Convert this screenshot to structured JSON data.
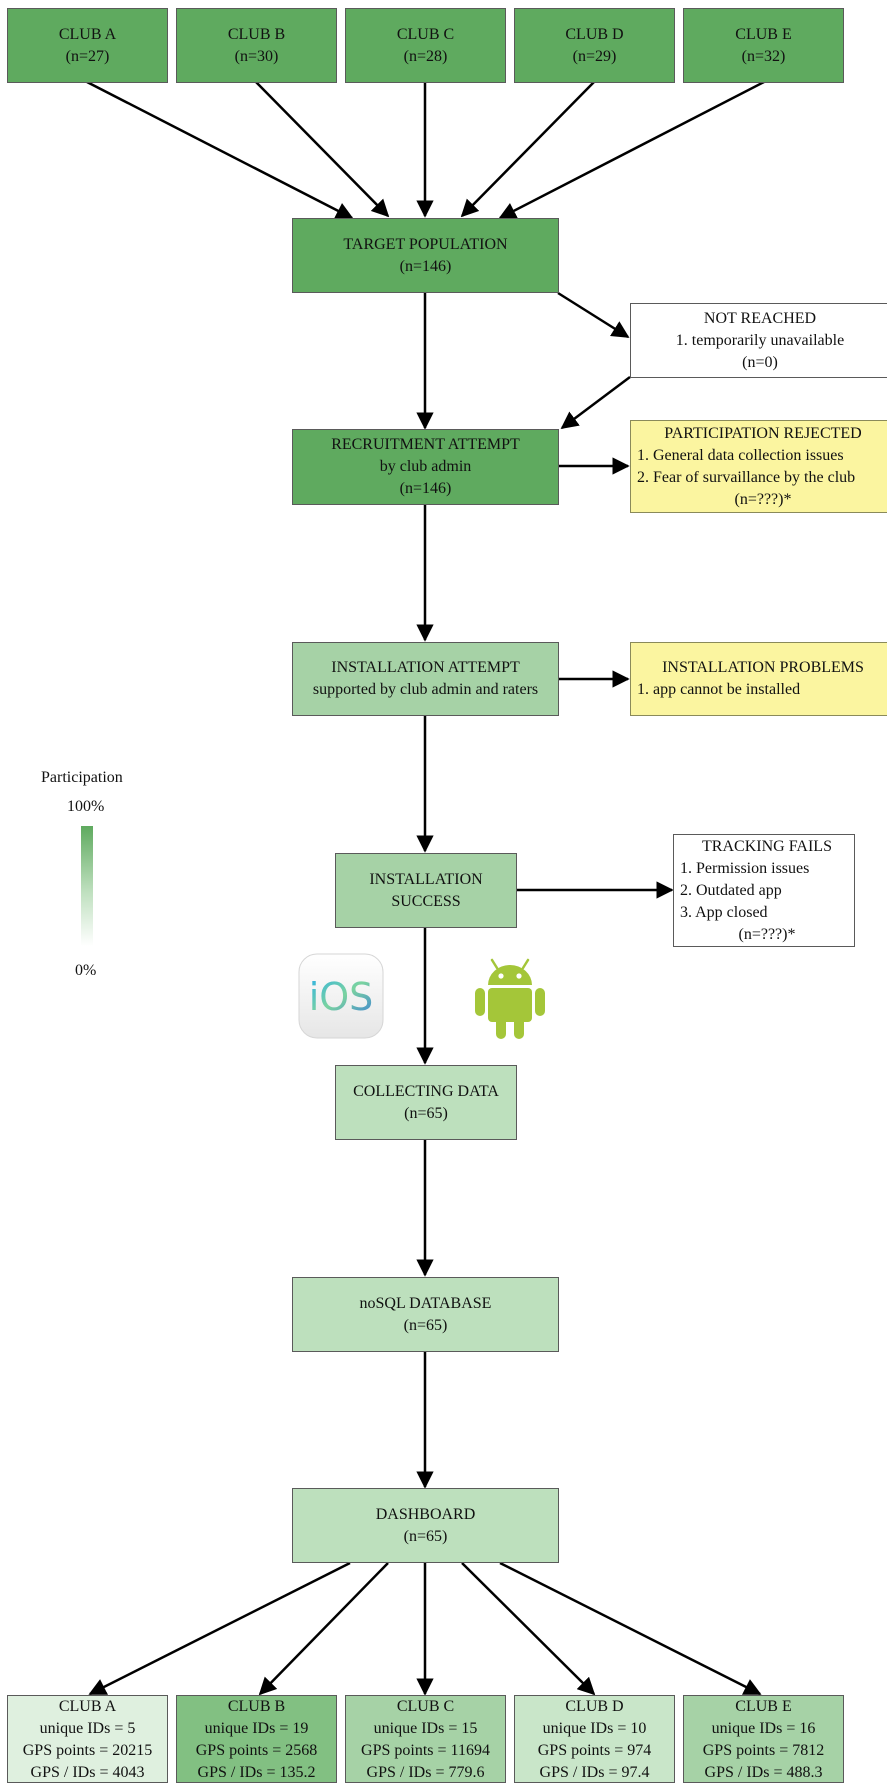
{
  "top_clubs": [
    {
      "name": "CLUB A",
      "n": "(n=27)"
    },
    {
      "name": "CLUB B",
      "n": "(n=30)"
    },
    {
      "name": "CLUB C",
      "n": "(n=28)"
    },
    {
      "name": "CLUB D",
      "n": "(n=29)"
    },
    {
      "name": "CLUB E",
      "n": "(n=32)"
    }
  ],
  "target": {
    "title": "TARGET POPULATION",
    "n": "(n=146)"
  },
  "not_reached": {
    "title": "NOT REACHED",
    "item1": "1. temporarily unavailable",
    "n": "(n=0)"
  },
  "recruitment": {
    "title": "RECRUITMENT ATTEMPT",
    "sub": "by club admin",
    "n": "(n=146)"
  },
  "rejected": {
    "title": "PARTICIPATION REJECTED",
    "item1": "1. General data collection issues",
    "item2": "2. Fear of survaillance by the club",
    "n": "(n=???)*"
  },
  "installation_attempt": {
    "title": "INSTALLATION ATTEMPT",
    "sub": "supported by club admin and raters"
  },
  "installation_problems": {
    "title": "INSTALLATION PROBLEMS",
    "item1": "1. app cannot be installed"
  },
  "installation_success": {
    "line1": "INSTALLATION",
    "line2": "SUCCESS"
  },
  "tracking_fails": {
    "title": "TRACKING FAILS",
    "item1": "1. Permission issues",
    "item2": "2. Outdated app",
    "item3": "3. App closed",
    "n": "(n=???)*"
  },
  "ios_logo": {
    "text": "iOS",
    "icon": "ios-logo"
  },
  "android_logo": {
    "icon": "android-robot",
    "color": "#a4c639"
  },
  "collecting": {
    "title": "COLLECTING DATA",
    "n": "(n=65)"
  },
  "database": {
    "title": "noSQL DATABASE",
    "n": "(n=65)"
  },
  "dashboard": {
    "title": "DASHBOARD",
    "n": "(n=65)"
  },
  "legend": {
    "title": "Participation",
    "max": "100%",
    "min": "0%"
  },
  "bottom_clubs": [
    {
      "name": "CLUB A",
      "ids": "unique IDs = 5",
      "gps": "GPS points = 20215",
      "ratio": "GPS / IDs = 4043"
    },
    {
      "name": "CLUB B",
      "ids": "unique IDs = 19",
      "gps": "GPS points = 2568",
      "ratio": "GPS / IDs = 135.2"
    },
    {
      "name": "CLUB C",
      "ids": "unique IDs = 15",
      "gps": "GPS points = 11694",
      "ratio": "GPS / IDs = 779.6"
    },
    {
      "name": "CLUB D",
      "ids": "unique IDs = 10",
      "gps": "GPS points = 974",
      "ratio": "GPS / IDs = 97.4"
    },
    {
      "name": "CLUB E",
      "ids": "unique IDs = 16",
      "gps": "GPS points = 7812",
      "ratio": "GPS / IDs = 488.3"
    }
  ],
  "colors": {
    "level_100": "#5faa5f",
    "level_high": "#82c082",
    "level_mid": "#a6d2a6",
    "level_low": "#dff0df",
    "warning": "#fbf5a0"
  }
}
